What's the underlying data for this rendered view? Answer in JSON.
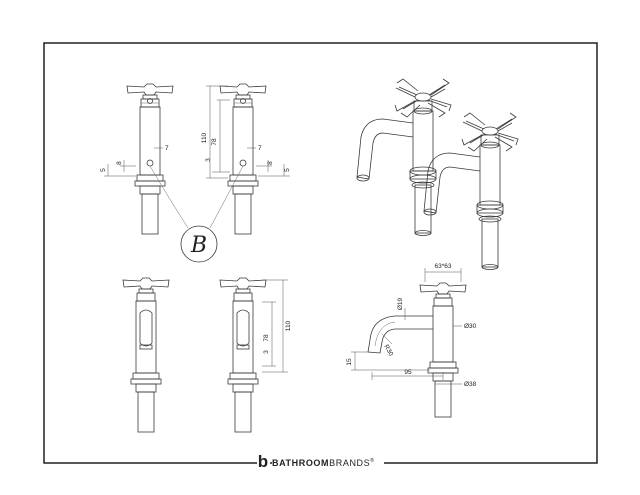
{
  "brand": {
    "name_bold": "BATHROOM",
    "name_light": "BRANDS",
    "mark": "®",
    "logo_letter": "b"
  },
  "monogram": "B",
  "dims": {
    "d7": "7",
    "d110": "110",
    "d78": "78",
    "d3": "3",
    "d8": "8",
    "d5": "5",
    "d63": "63*63",
    "d19": "Ø19",
    "d30": "Ø30",
    "d38": "Ø38",
    "r30": "R30",
    "d15": "15",
    "d95": "95"
  }
}
